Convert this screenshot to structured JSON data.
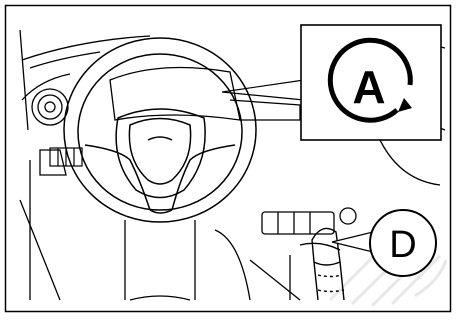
{
  "auto_start_stop_callout": {
    "letter": "A",
    "icon": "auto-start-stop-icon"
  },
  "gear_position_callout": {
    "letter": "D",
    "icon": "gear-position-circle-icon"
  },
  "watermark": {
    "icon": "diagonal-watermark-text",
    "color": "#c8c8c8"
  },
  "colors": {
    "line": "#000000",
    "background": "#ffffff"
  }
}
